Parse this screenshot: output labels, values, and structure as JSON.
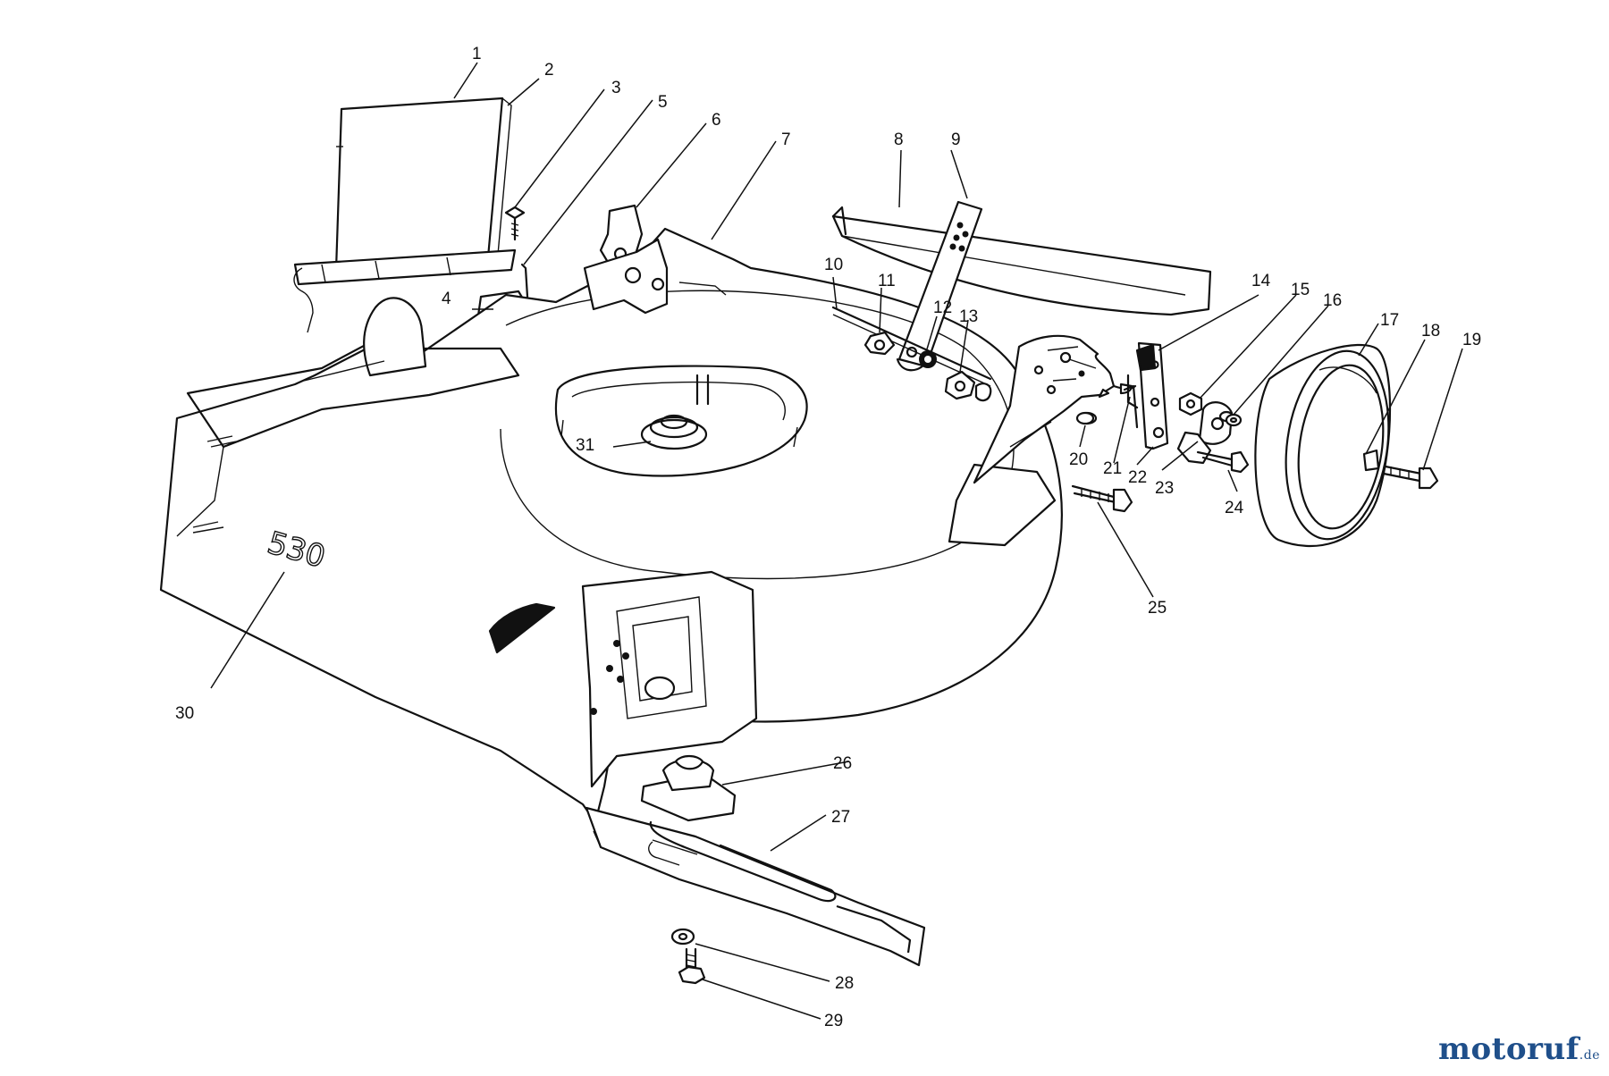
{
  "diagram": {
    "callouts": [
      "1",
      "2",
      "3",
      "5",
      "6",
      "7",
      "8",
      "9",
      "10",
      "11",
      "12",
      "13",
      "4",
      "14",
      "15",
      "16",
      "17",
      "18",
      "19",
      "31",
      "20",
      "21",
      "22",
      "23",
      "24",
      "25",
      "26",
      "27",
      "28",
      "29",
      "30"
    ],
    "deck_marking": "530",
    "watermark": {
      "name": "motoruf",
      "tld": ".de"
    }
  }
}
